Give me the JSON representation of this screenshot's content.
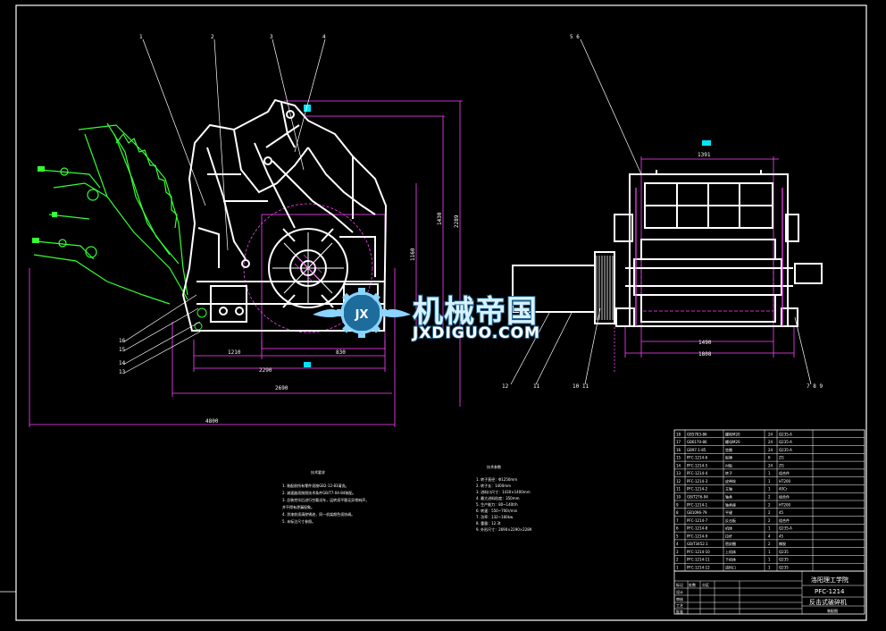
{
  "colors": {
    "background": "#000000",
    "outline": "#ffffff",
    "dimension": "#ff44ff",
    "hidden_parts": "#33ff33",
    "leader": "#ffffff",
    "watermark": "#8ad4ff",
    "center_mark": "#00e5ff"
  },
  "front_view": {
    "part_labels": [
      "1",
      "2",
      "3",
      "4"
    ],
    "left_labels": [
      "16",
      "15",
      "14",
      "13"
    ],
    "dimensions": {
      "d1210": "1210",
      "d830": "830",
      "d2290": "2290",
      "d2690": "2690",
      "d4800": "4800",
      "v1430": "1430",
      "v2289": "2289",
      "v1160": "1160"
    }
  },
  "side_view": {
    "part_labels_top": "5 6",
    "part_labels_bottom": [
      "12",
      "11",
      "10 11",
      "7 8 9"
    ],
    "dimensions": {
      "top": "1391",
      "bottom1": "1490",
      "bottom2": "1808"
    }
  },
  "watermark": {
    "main": "机械帝国",
    "sub": "JXDIGUO.COM",
    "logo": "JX"
  },
  "notes_left": {
    "title": "技术要求",
    "lines": [
      "1. 装配前所有零件须按GB2-12-83清洗。",
      "2. 减速器须按照技术条件GB/T7-04-84装配。",
      "3. 总装完毕后进行空载试车，运转须平稳无异常响声，",
      "   并不得有渗漏现象。",
      "4. 涂漆前须清除锈迹，同一机架颜色须协调。",
      "5. 未标注尺寸参照。"
    ]
  },
  "notes_right": {
    "title": "技术参数",
    "lines": [
      "1. 转子直径：Φ1250mm",
      "2. 转子长：1400mm",
      "3. 进料口尺寸：1430×1400mm",
      "4. 最大进料粒度：350mm",
      "5. 生产能力：80~140t/h",
      "6. 转速：550~700r/min",
      "7. 功率：132~160kw",
      "8. 重量：12.3t",
      "9. 外形尺寸：2690×2290×2289"
    ]
  },
  "bom": {
    "rows": [
      [
        "18",
        "GB5783-86",
        "螺栓M20",
        "24",
        "Q235-A"
      ],
      [
        "17",
        "GB6170-86",
        "螺母M20",
        "24",
        "Q235-A"
      ],
      [
        "16",
        "GB97.1-85",
        "垫圈",
        "24",
        "Q235-A"
      ],
      [
        "15",
        "PFC-1214-6",
        "板锤",
        "6",
        "ZG"
      ],
      [
        "14",
        "PFC-1214-5",
        "衬板",
        "24",
        "ZG"
      ],
      [
        "13",
        "PFC-1214-4",
        "转子",
        "1",
        "组合件"
      ],
      [
        "12",
        "PFC-1214-3",
        "皮带轮",
        "1",
        "HT200"
      ],
      [
        "11",
        "PFC-1214-2",
        "主轴",
        "1",
        "40Cr"
      ],
      [
        "10",
        "GB/T276-94",
        "轴承",
        "2",
        "组合件"
      ],
      [
        "9",
        "PFC-1214-1",
        "轴承座",
        "2",
        "HT200"
      ],
      [
        "8",
        "GB1096-79",
        "平键",
        "2",
        "45"
      ],
      [
        "7",
        "PFC-1214-7",
        "反击板",
        "2",
        "组合件"
      ],
      [
        "6",
        "PFC-1214-8",
        "机体",
        "1",
        "Q235-A"
      ],
      [
        "5",
        "PFC-1214-9",
        "拉杆",
        "4",
        "45"
      ],
      [
        "4",
        "GB/T3452.1",
        "密封圈",
        "2",
        "橡胶"
      ],
      [
        "3",
        "PFC-1214-10",
        "上机体",
        "1",
        "Q235"
      ],
      [
        "2",
        "PFC-1214-11",
        "下机体",
        "1",
        "Q235"
      ],
      [
        "1",
        "PFC-1214-12",
        "进料口",
        "1",
        "Q235"
      ]
    ]
  },
  "title_block": {
    "school": "洛阳理工学院",
    "code": "PFC-1214",
    "name": "反击式破碎机",
    "sheet": "装配图",
    "row_labels": [
      "标记",
      "处数",
      "分区",
      "设计",
      "审核",
      "工艺",
      "批准"
    ]
  }
}
